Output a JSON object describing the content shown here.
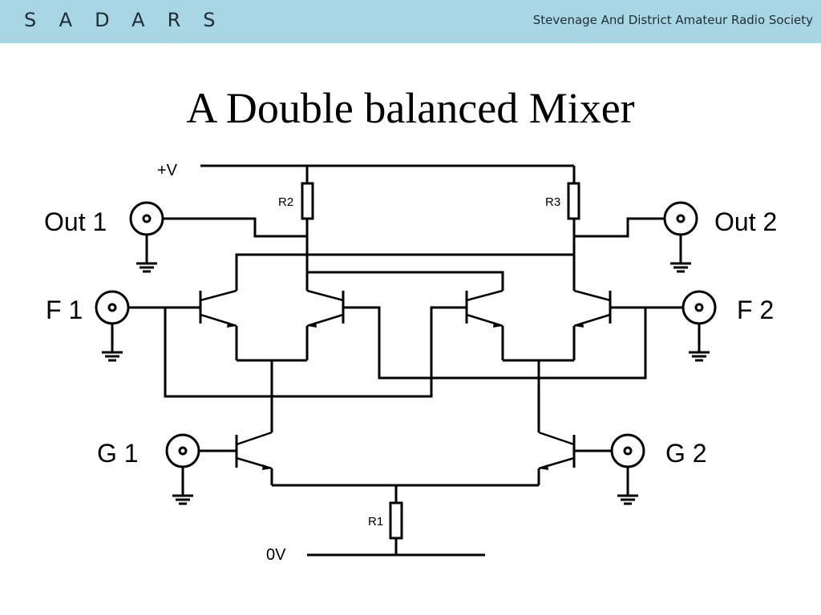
{
  "header": {
    "logo_text": "SADARS",
    "society_name": "Stevenage And District Amateur Radio Society",
    "background_color": "#a9d6e5"
  },
  "slide": {
    "title": "A Double balanced Mixer"
  },
  "circuit": {
    "supply_positive": "+V",
    "supply_ground": "0V",
    "resistors": {
      "r1": "R1",
      "r2": "R2",
      "r3": "R3"
    },
    "ports": {
      "out1": "Out 1",
      "out2": "Out 2",
      "f1": "F 1",
      "f2": "F 2",
      "g1": "G 1",
      "g2": "G 2"
    }
  }
}
